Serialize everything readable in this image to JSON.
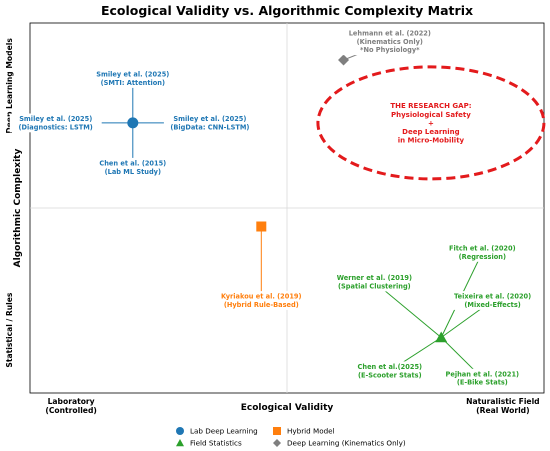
{
  "chart_data": {
    "type": "scatter",
    "title": "Ecological Validity vs. Algorithmic Complexity Matrix",
    "xlabel": "Ecological Validity",
    "ylabel": "Algorithmic Complexity",
    "x_ticks": [
      {
        "lines": [
          "Laboratory",
          "(Controlled)"
        ],
        "at": 0.08
      },
      {
        "lines": [
          "Naturalistic Field",
          "(Real World)"
        ],
        "at": 0.92
      }
    ],
    "y_ticks": [
      {
        "text": "Statistical / Rules",
        "at": 0.17
      },
      {
        "text": "Deep Learning Models",
        "at": 0.83
      }
    ],
    "xlim": [
      0,
      1
    ],
    "ylim": [
      0,
      1
    ],
    "quadrant_lines": {
      "x": 0.5,
      "y": 0.5
    },
    "grid": false,
    "legend_position": "bottom",
    "legend": [
      {
        "label": "Lab Deep Learning",
        "marker": "circle",
        "color": "#1f77b4"
      },
      {
        "label": "Hybrid Model",
        "marker": "square",
        "color": "#ff7f0e"
      },
      {
        "label": "Field Statistics",
        "marker": "triangle",
        "color": "#2ca02c"
      },
      {
        "label": "Deep Learning (Kinematics Only)",
        "marker": "diamond",
        "color": "#7f7f7f"
      }
    ],
    "groups": [
      {
        "name": "Lab Deep Learning",
        "marker": "circle",
        "color": "#1f77b4",
        "center": [
          0.2,
          0.73
        ],
        "spokes": [
          {
            "label": [
              "Smiley et al. (2025)",
              "(SMTI: Attention)"
            ],
            "to": [
              0.2,
              0.85
            ]
          },
          {
            "label": [
              "Smiley et al. (2025)",
              "(Diagnostics: LSTM)"
            ],
            "to": [
              0.05,
              0.73
            ]
          },
          {
            "label": [
              "Smiley et al. (2025)",
              "(BigData: CNN-LSTM)"
            ],
            "to": [
              0.35,
              0.73
            ]
          },
          {
            "label": [
              "Chen et al. (2015)",
              "(Lab ML Study)"
            ],
            "to": [
              0.2,
              0.61
            ]
          }
        ]
      },
      {
        "name": "Hybrid Model",
        "marker": "square",
        "color": "#ff7f0e",
        "center": [
          0.45,
          0.45
        ],
        "spokes": [
          {
            "label": [
              "Kyriakou et al. (2019)",
              "(Hybrid Rule-Based)"
            ],
            "to": [
              0.45,
              0.25
            ]
          }
        ]
      },
      {
        "name": "Field Statistics",
        "marker": "triangle",
        "color": "#2ca02c",
        "center": [
          0.8,
          0.15
        ],
        "spokes": [
          {
            "label": [
              "Fitch et al. (2020)",
              "(Regression)"
            ],
            "to": [
              0.88,
              0.38
            ]
          },
          {
            "label": [
              "Werner et al. (2019)",
              "(Spatial Clustering)"
            ],
            "to": [
              0.67,
              0.3
            ]
          },
          {
            "label": [
              "Teixeira et al. (2020)",
              "(Mixed-Effects)"
            ],
            "to": [
              0.9,
              0.25
            ]
          },
          {
            "label": [
              "Chen et al.(2025)",
              "(E-Scooter Stats)"
            ],
            "to": [
              0.7,
              0.06
            ]
          },
          {
            "label": [
              "Pejhan et al. (2021)",
              "(E-Bike Stats)"
            ],
            "to": [
              0.88,
              0.04
            ]
          }
        ]
      },
      {
        "name": "Deep Learning (Kinematics Only)",
        "marker": "diamond",
        "color": "#7f7f7f",
        "center": [
          0.61,
          0.9
        ],
        "spokes": [
          {
            "label": [
              "Lehmann et al. (2022)",
              "(Kinematics Only)",
              "*No Physiology*"
            ],
            "to": [
              0.7,
              0.95
            ]
          }
        ]
      }
    ],
    "annotations": [
      {
        "text": [
          "THE RESEARCH GAP:",
          "Physiological Safety",
          "+",
          "Deep Learning",
          "in Micro-Mobility"
        ],
        "center": [
          0.78,
          0.73
        ],
        "color": "#e31a1c",
        "shape": "dashed-ellipse"
      }
    ]
  }
}
